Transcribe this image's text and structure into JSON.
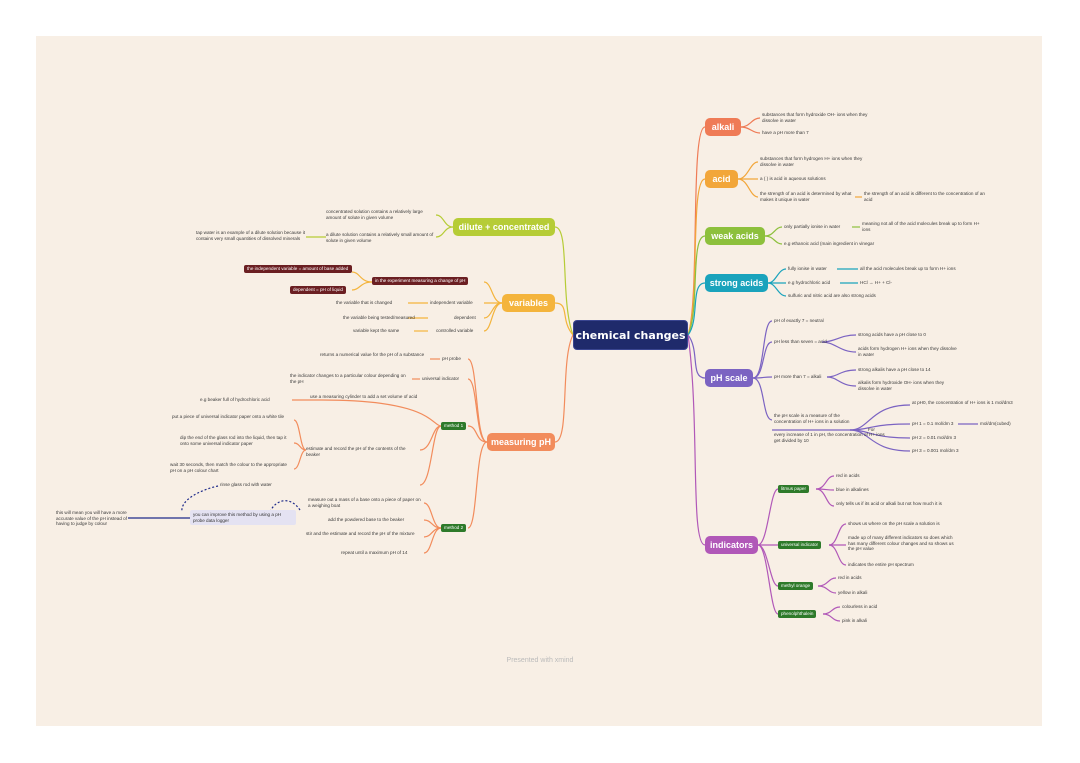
{
  "center": "chemical changes",
  "footer": "Presented with xmind",
  "colors": {
    "background": "#f8efe5",
    "center": "#1f2a6b",
    "alkali": "#ef7b56",
    "acid": "#f2a63a",
    "weak_acids": "#8dc03c",
    "strong_acids": "#1aa3bc",
    "ph_scale": "#7b63c2",
    "indicators": "#b158b8",
    "dilute_concentrated": "#b6cc36",
    "variables": "#f4b43c",
    "measuring_ph": "#f28c5c"
  },
  "alkali": {
    "label": "alkali",
    "items": [
      "substances that form hydroxide OH- ions when they dissolve in water",
      "have a pH more than 7"
    ]
  },
  "acid": {
    "label": "acid",
    "items": [
      "substances that form hydrogen H+ ions when they dissolve in water",
      "a ( ) is acid in aqueous solutions",
      "the strength of an acid is determined by what makes it unique in water"
    ],
    "sub": "the strength of an acid is different to the concentration of an acid"
  },
  "weak_acids": {
    "label": "weak acids",
    "items": [
      "only partially ionise in water",
      "e.g ethanoic acid (main ingredient in vinegar"
    ],
    "sub": "meaning not all of the acid molecules break up to form H+ ions"
  },
  "strong_acids": {
    "label": "strong acids",
    "items": [
      "fully ionise in water",
      "e.g hydrochloric acid",
      "sulfuric and nitric acid are also strong acids"
    ],
    "sub1": "all the acid molecules break up to form H+ ions",
    "sub2": "HCl → H+ + Cl-"
  },
  "ph_scale": {
    "label": "pH scale",
    "items": [
      "pH of exactly 7 = neutral",
      "pH less than seven = acid",
      "pH more than 7 = alkali",
      "the pH scale is a measure of the concentration of H+ ions in a solution"
    ],
    "acid_sub": [
      "strong acids have a pH close to 0",
      "acids form hydrogen H+ ions when they dissolve in water"
    ],
    "alkali_sub": [
      "strong alkalis have a pH close to 14",
      "alkalis form hydroxide OH- ions when they dissolve in water"
    ],
    "conc_sub": "every increase of 1 in pH, the concentration of H+ ions get divided by 10",
    "for_label": "For",
    "for_items": [
      "at pH0, the concentration of H+ ions is 1 mol/dm3",
      "pH 1 = 0.1 mol/dm 3",
      "pH 2 = 0.01 mol/dm 3",
      "pH 3 = 0.001 mol/dm 3"
    ],
    "note": "mol/dm(cubed)"
  },
  "indicators": {
    "label": "indicators",
    "litmus": {
      "label": "litmus paper",
      "items": [
        "red in acids",
        "blue in alkalines",
        "only tells us if its acid or alkali but not how much it is"
      ]
    },
    "universal": {
      "label": "universal indicator",
      "items": [
        "shows us where on the pH scale a solution is",
        "made up of many different indicators so does which has many different colour changes and so shows us the pH value",
        "indicates the entire pH spectrum"
      ]
    },
    "methyl": {
      "label": "methyl orange",
      "items": [
        "red in acids",
        "yellow in alkali"
      ]
    },
    "phenol": {
      "label": "phenolphthalein",
      "items": [
        "colourless in acid",
        "pink in alkali"
      ]
    }
  },
  "dilute": {
    "label": "dilute + concentrated",
    "items": [
      "concentrated solution contains a relatively large amount of solute in given volume",
      "a dilute solution contains a relatively small amount of solute in given volume"
    ],
    "sub": "tap water is an example of a dilute solution because it contains very small quantities of dissolved minerals"
  },
  "variables": {
    "label": "variables",
    "experiment": "in the experiment measuring a change of pH",
    "exp_items": [
      "the independent variable = amount of base added",
      "dependent = pH of liquid"
    ],
    "items": [
      [
        "the variable that is changed",
        "independent variable"
      ],
      [
        "the variable being tested/measured",
        "dependent"
      ],
      [
        "variable kept the same",
        "controlled variable"
      ]
    ]
  },
  "measuring": {
    "label": "measuring pH",
    "ph_probe": {
      "label": "pH probe",
      "desc": "returns a numerical value for the pH of a substance"
    },
    "universal": {
      "label": "universal indicator",
      "desc": "the indicator changes to a particular colour depending on the pH"
    },
    "method1": {
      "label": "method 1",
      "items": [
        "use a measuring cylinder to add a set volume of acid",
        "put a piece of universal indicator paper onto a white tile",
        "dip the end of the glass rod into the liquid, then tap it onto some universal indicator paper",
        "wait 30 seconds, then match the colour to the appropriate pH on a pH colour chart",
        "rinse glass rod with water"
      ],
      "sub": "e.g beaker full of hydrochloric acid",
      "estimate": "estimate and record the pH of the contents of the beaker"
    },
    "method2": {
      "label": "method 2",
      "items": [
        "measure out a mass of a base onto a piece of paper on a weighing boat",
        "add the powdered base to the beaker",
        "stir and the estimate and record the pH of the mixture",
        "repeat until a maximum pH of 14"
      ]
    },
    "improve": "you can improve this method by using a pH probe data logger",
    "reason": "this will mean you will have a more accurate value of the pH instead of having to judge by colour"
  }
}
